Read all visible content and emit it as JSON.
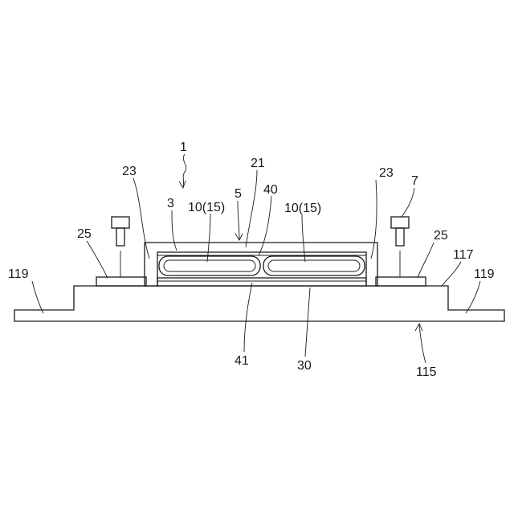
{
  "diagram": {
    "labels": {
      "assembly": "1",
      "heat_exchanger": "3",
      "cover": "5",
      "bolt": "7",
      "tube_left": "10(15)",
      "tube_right": "10(15)",
      "top_plate": "21",
      "side_wall_left": "23",
      "side_wall_right": "23",
      "flange_left": "25",
      "flange_right": "25",
      "bottom_plate": "30",
      "inner_layer_top": "40",
      "inner_layer_bottom": "41",
      "base": "115",
      "base_step": "117",
      "base_edge_left": "119",
      "base_edge_right": "119"
    }
  }
}
